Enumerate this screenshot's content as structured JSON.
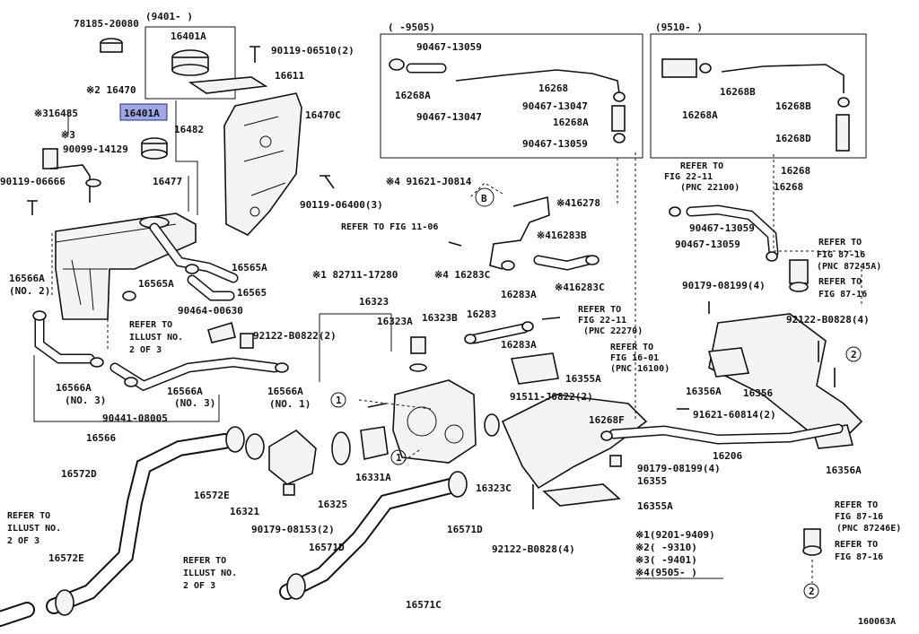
{
  "labels": {
    "p_78185": "78185-20080",
    "p_range_9401": "(9401-      )",
    "p_16401A_top": "16401A",
    "p_90119_06510": "90119-06510(2)",
    "p_16611": "16611",
    "p_x2_16470": "※2 16470",
    "p_x3_16485": "※316485",
    "p_16401A_hl": "16401A",
    "p_16482": "16482",
    "p_16470C": "16470C",
    "p_x3": "※3",
    "p_90099": "90099-14129",
    "p_90119_06666": "90119-06666",
    "p_16477": "16477",
    "p_90119_06400": "90119-06400(3)",
    "p_16566A_n2": "16566A",
    "p_no2": "(NO. 2)",
    "p_16565A_a": "16565A",
    "p_16565A_b": "16565A",
    "p_16565": "16565",
    "p_90464": "90464-00630",
    "p_refer_illust_a1": "REFER TO",
    "p_refer_illust_a2": "ILLUST NO.",
    "p_refer_illust_a3": "2 OF 3",
    "p_16566A_n3a": "16566A",
    "p_no3a": "(NO. 3)",
    "p_16566A_n3b": "16566A",
    "p_no3b": "(NO. 3)",
    "p_90441": "90441-08005",
    "p_16566": "16566",
    "p_16566A_n1": "16566A",
    "p_no1": "(NO. 1)",
    "p_x1_82711": "※1 82711-17280",
    "p_16323": "16323",
    "p_16323A": "16323A",
    "p_16323B": "16323B",
    "p_92122_B0822": "92122-B0822(2)",
    "p_16283": "16283",
    "p_16283A_a": "16283A",
    "p_16283A_b": "16283A",
    "p_16355A_a": "16355A",
    "p_91511": "91511-J0822(2)",
    "p_refer_22_11b_1": "REFER TO",
    "p_refer_22_11b_2": "FIG 22-11",
    "p_refer_22_11b_3": "(PNC 22270)",
    "p_refer_16_01_1": "REFER TO",
    "p_refer_16_01_2": "FIG 16-01",
    "p_refer_16_01_3": "(PNC 16100)",
    "p_refer_11_06": "REFER TO FIG 11-06",
    "p_x4_91621": "※4 91621-J0814",
    "p_B": "B",
    "p_x4_16278": "※416278",
    "p_x4_16283B": "※416283B",
    "p_x4_16283C_a": "※4 16283C",
    "p_x4_16283C_b": "※416283C",
    "p_range_9505": "(      -9505)",
    "p_90467_13059_a": "90467-13059",
    "p_16268A_a": "16268A",
    "p_16268_a": "16268",
    "p_90467_13047_a": "90467-13047",
    "p_90467_13047_b": "90467-13047",
    "p_16268A_b": "16268A",
    "p_90467_13059_b": "90467-13059",
    "p_range_9510": "(9510-      )",
    "p_16268B_a": "16268B",
    "p_16268A_c": "16268A",
    "p_16268B_b": "16268B",
    "p_16268D": "16268D",
    "p_16268_b": "16268",
    "p_refer_22_11a_1": "REFER TO",
    "p_refer_22_11a_2": "FIG 22-11",
    "p_refer_22_11a_3": "(PNC 22100)",
    "p_16268_c": "16268",
    "p_90467_13059_c": "90467-13059",
    "p_90467_13059_d": "90467-13059",
    "p_refer_87_16a_1": "REFER TO",
    "p_refer_87_16a_2": "FIG 87-16",
    "p_refer_87_16a_3": "(PNC 87245A)",
    "p_refer_87_16b_1": "REFER TO",
    "p_refer_87_16b_2": "FIG 87-16",
    "p_90179_08199_a": "90179-08199(4)",
    "p_92122_B0828_a": "92122-B0828(4)",
    "p_circle2_a": "2",
    "p_16356A_a": "16356A",
    "p_16356": "16356",
    "p_91621_60814": "91621-60814(2)",
    "p_16268F": "16268F",
    "p_16206": "16206",
    "p_16356A_b": "16356A",
    "p_90179_08199_b": "90179-08199(4)",
    "p_16355": "16355",
    "p_16355A_b": "16355A",
    "p_circle1_a": "1",
    "p_circle1_b": "1",
    "p_16572D": "16572D",
    "p_16572E_a": "16572E",
    "p_16321": "16321",
    "p_16325": "16325",
    "p_16331A": "16331A",
    "p_16323C": "16323C",
    "p_16571D_a": "16571D",
    "p_90179_08153": "90179-08153(2)",
    "p_refer_illust_b1": "REFER TO",
    "p_refer_illust_b2": "ILLUST NO.",
    "p_refer_illust_b3": "2 OF 3",
    "p_16572E_b": "16572E",
    "p_refer_illust_c1": "REFER TO",
    "p_refer_illust_c2": "ILLUST NO.",
    "p_refer_illust_c3": "2 OF 3",
    "p_16571D_b": "16571D",
    "p_16571C": "16571C",
    "p_92122_B0828_b": "92122-B0828(4)",
    "p_refer_87_16c_1": "REFER TO",
    "p_refer_87_16c_2": "FIG 87-16",
    "p_refer_87_16c_3": "(PNC 87246E)",
    "p_refer_87_16d_1": "REFER TO",
    "p_refer_87_16d_2": "FIG 87-16",
    "p_circle2_b": "2",
    "p_diagram_id": "160063A"
  },
  "legend": [
    "※1(9201-9409)",
    "※2(      -9310)",
    "※3(      -9401)",
    "※4(9505-      )"
  ],
  "highlight_color": "#9fa7e6"
}
